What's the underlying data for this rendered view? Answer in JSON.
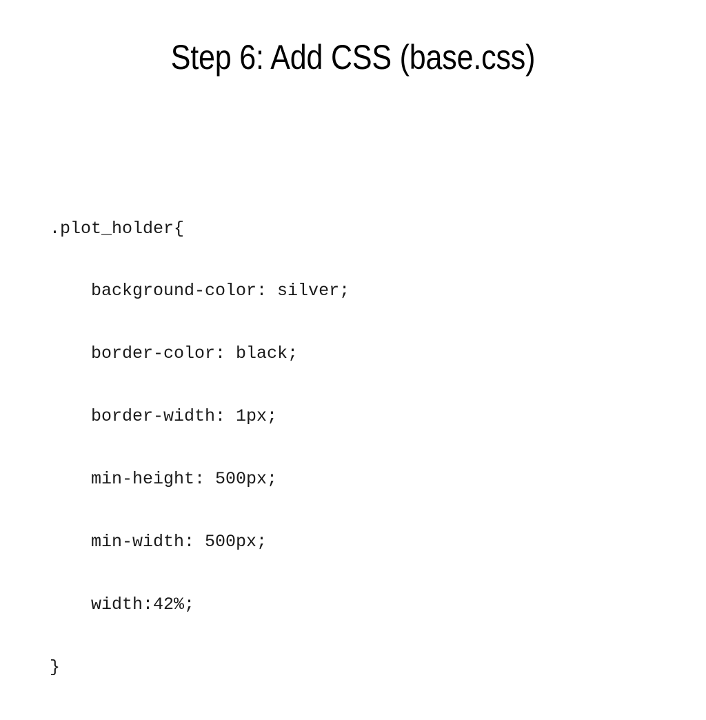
{
  "slide": {
    "title": "Step 6: Add CSS (base.css)",
    "background_color": "#ffffff",
    "title_color": "#000000",
    "code_color": "#1a1a1a",
    "code": {
      "lines": [
        ".plot_holder{",
        "    background-color: silver;",
        "    border-color: black;",
        "    border-width: 1px;",
        "    min-height: 500px;",
        "    min-width: 500px;",
        "    width:42%;",
        "}"
      ]
    }
  }
}
